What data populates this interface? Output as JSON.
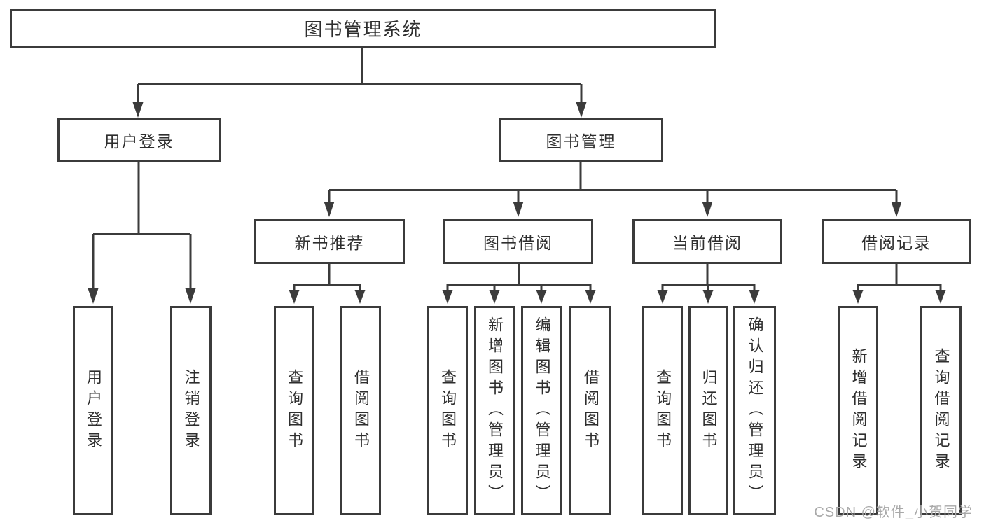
{
  "diagram": {
    "title": "图书管理系统",
    "watermark": "CSDN @软件_小贺同学",
    "colors": {
      "line": "#3b3b3b",
      "border": "#3b3b3b",
      "text": "#2e2e2e",
      "watermark": "#a9a9a9",
      "background": "#ffffff"
    },
    "nodes": {
      "root": {
        "label": "图书管理系统"
      },
      "level2": [
        {
          "label": "用户登录"
        },
        {
          "label": "图书管理"
        }
      ],
      "level3": [
        {
          "label": "新书推荐"
        },
        {
          "label": "图书借阅"
        },
        {
          "label": "当前借阅"
        },
        {
          "label": "借阅记录"
        }
      ],
      "leaves": [
        {
          "label": "用户登录"
        },
        {
          "label": "注销登录"
        },
        {
          "label": "查询图书"
        },
        {
          "label": "借阅图书"
        },
        {
          "label": "查询图书"
        },
        {
          "label": "新增图书（管理员）"
        },
        {
          "label": "编辑图书（管理员）"
        },
        {
          "label": "借阅图书"
        },
        {
          "label": "查询图书"
        },
        {
          "label": "归还图书"
        },
        {
          "label": "确认归还（管理员）"
        },
        {
          "label": "新增借阅记录"
        },
        {
          "label": "查询借阅记录"
        }
      ]
    }
  }
}
